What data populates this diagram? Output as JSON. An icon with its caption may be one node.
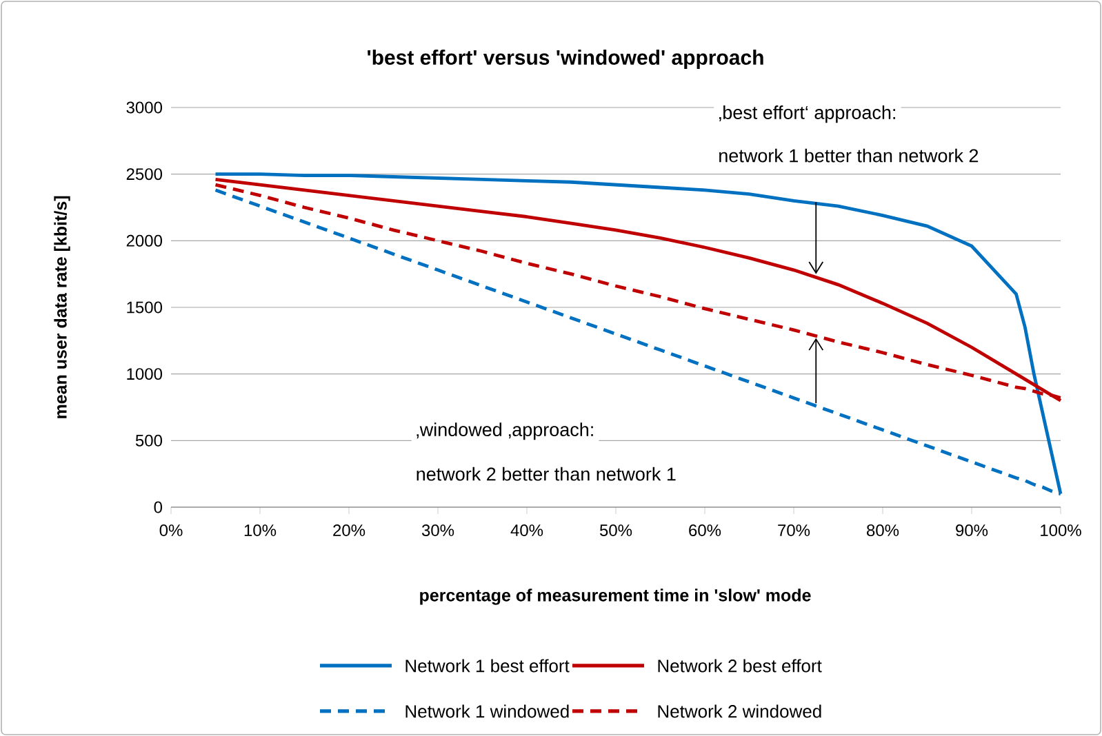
{
  "diagram": {
    "chart_data": {
      "type": "line",
      "title": "'best effort' versus 'windowed' approach",
      "xlabel": "percentage of measurement time in 'slow' mode",
      "ylabel": "mean user data rate [kbit/s]",
      "x": [
        5,
        10,
        15,
        20,
        25,
        30,
        35,
        40,
        45,
        50,
        55,
        60,
        65,
        70,
        75,
        80,
        85,
        90,
        95,
        96,
        97,
        98,
        99,
        100
      ],
      "series": [
        {
          "name": "Network 1 best effort",
          "color": "#0070c0",
          "line_style": "solid",
          "values": [
            2500,
            2500,
            2490,
            2490,
            2480,
            2470,
            2460,
            2450,
            2440,
            2420,
            2400,
            2380,
            2350,
            2300,
            2260,
            2190,
            2110,
            1960,
            1600,
            1350,
            1000,
            700,
            400,
            100
          ]
        },
        {
          "name": "Network 2 best effort",
          "color": "#c00000",
          "line_style": "solid",
          "values": [
            2460,
            2420,
            2380,
            2340,
            2300,
            2260,
            2220,
            2180,
            2130,
            2080,
            2020,
            1950,
            1870,
            1780,
            1670,
            1530,
            1380,
            1200,
            1000,
            960,
            920,
            880,
            840,
            800
          ]
        },
        {
          "name": "Network 1 windowed",
          "color": "#0070c0",
          "line_style": "dashed",
          "values": [
            2380,
            2260,
            2140,
            2020,
            1900,
            1780,
            1660,
            1540,
            1420,
            1300,
            1180,
            1060,
            940,
            820,
            700,
            580,
            460,
            340,
            220,
            200,
            170,
            150,
            120,
            100
          ]
        },
        {
          "name": "Network 2 windowed",
          "color": "#c00000",
          "line_style": "dashed",
          "values": [
            2420,
            2340,
            2250,
            2170,
            2080,
            2000,
            1920,
            1830,
            1750,
            1660,
            1580,
            1490,
            1410,
            1330,
            1240,
            1160,
            1070,
            990,
            900,
            890,
            870,
            850,
            840,
            820
          ]
        }
      ],
      "xlim": [
        0,
        100
      ],
      "ylim": [
        0,
        3000
      ],
      "xticks": [
        {
          "value": 0,
          "label": "0%"
        },
        {
          "value": 10,
          "label": "10%"
        },
        {
          "value": 20,
          "label": "20%"
        },
        {
          "value": 30,
          "label": "30%"
        },
        {
          "value": 40,
          "label": "40%"
        },
        {
          "value": 50,
          "label": "50%"
        },
        {
          "value": 60,
          "label": "60%"
        },
        {
          "value": 70,
          "label": "70%"
        },
        {
          "value": 80,
          "label": "80%"
        },
        {
          "value": 90,
          "label": "90%"
        },
        {
          "value": 100,
          "label": "100%"
        }
      ],
      "yticks": [
        {
          "value": 0,
          "label": "0"
        },
        {
          "value": 500,
          "label": "500"
        },
        {
          "value": 1000,
          "label": "1000"
        },
        {
          "value": 1500,
          "label": "1500"
        },
        {
          "value": 2000,
          "label": "2000"
        },
        {
          "value": 2500,
          "label": "2500"
        },
        {
          "value": 3000,
          "label": "3000"
        }
      ],
      "grid": "y",
      "legend": "bottom",
      "annotations": [
        "‚best effort‘ approach:",
        "network 1 better than network 2",
        "‚windowed ‚approach:",
        "network 2 better than network 1"
      ]
    }
  }
}
